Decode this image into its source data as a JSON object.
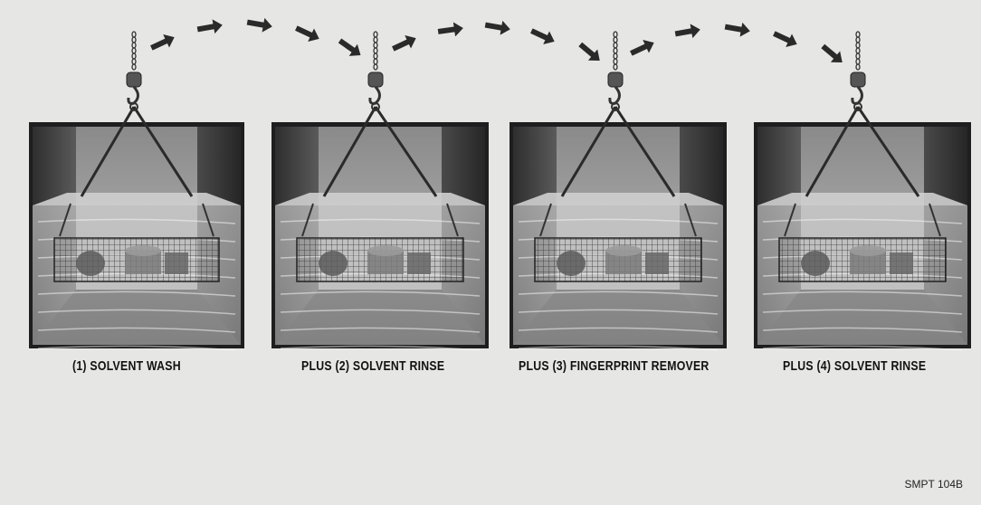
{
  "stages": [
    {
      "caption": "(1)  SOLVENT WASH"
    },
    {
      "caption": "PLUS (2)  SOLVENT RINSE"
    },
    {
      "caption": "PLUS (3)  FINGERPRINT REMOVER"
    },
    {
      "caption": "PLUS (4)  SOLVENT RINSE"
    }
  ],
  "document_code": "SMPT 104B",
  "colors": {
    "background": "#e6e6e4",
    "ink": "#111111",
    "arrow": "#2a2a2a"
  },
  "icons": [
    "arrow-icon",
    "hook-icon",
    "tank-icon",
    "basket-icon"
  ]
}
